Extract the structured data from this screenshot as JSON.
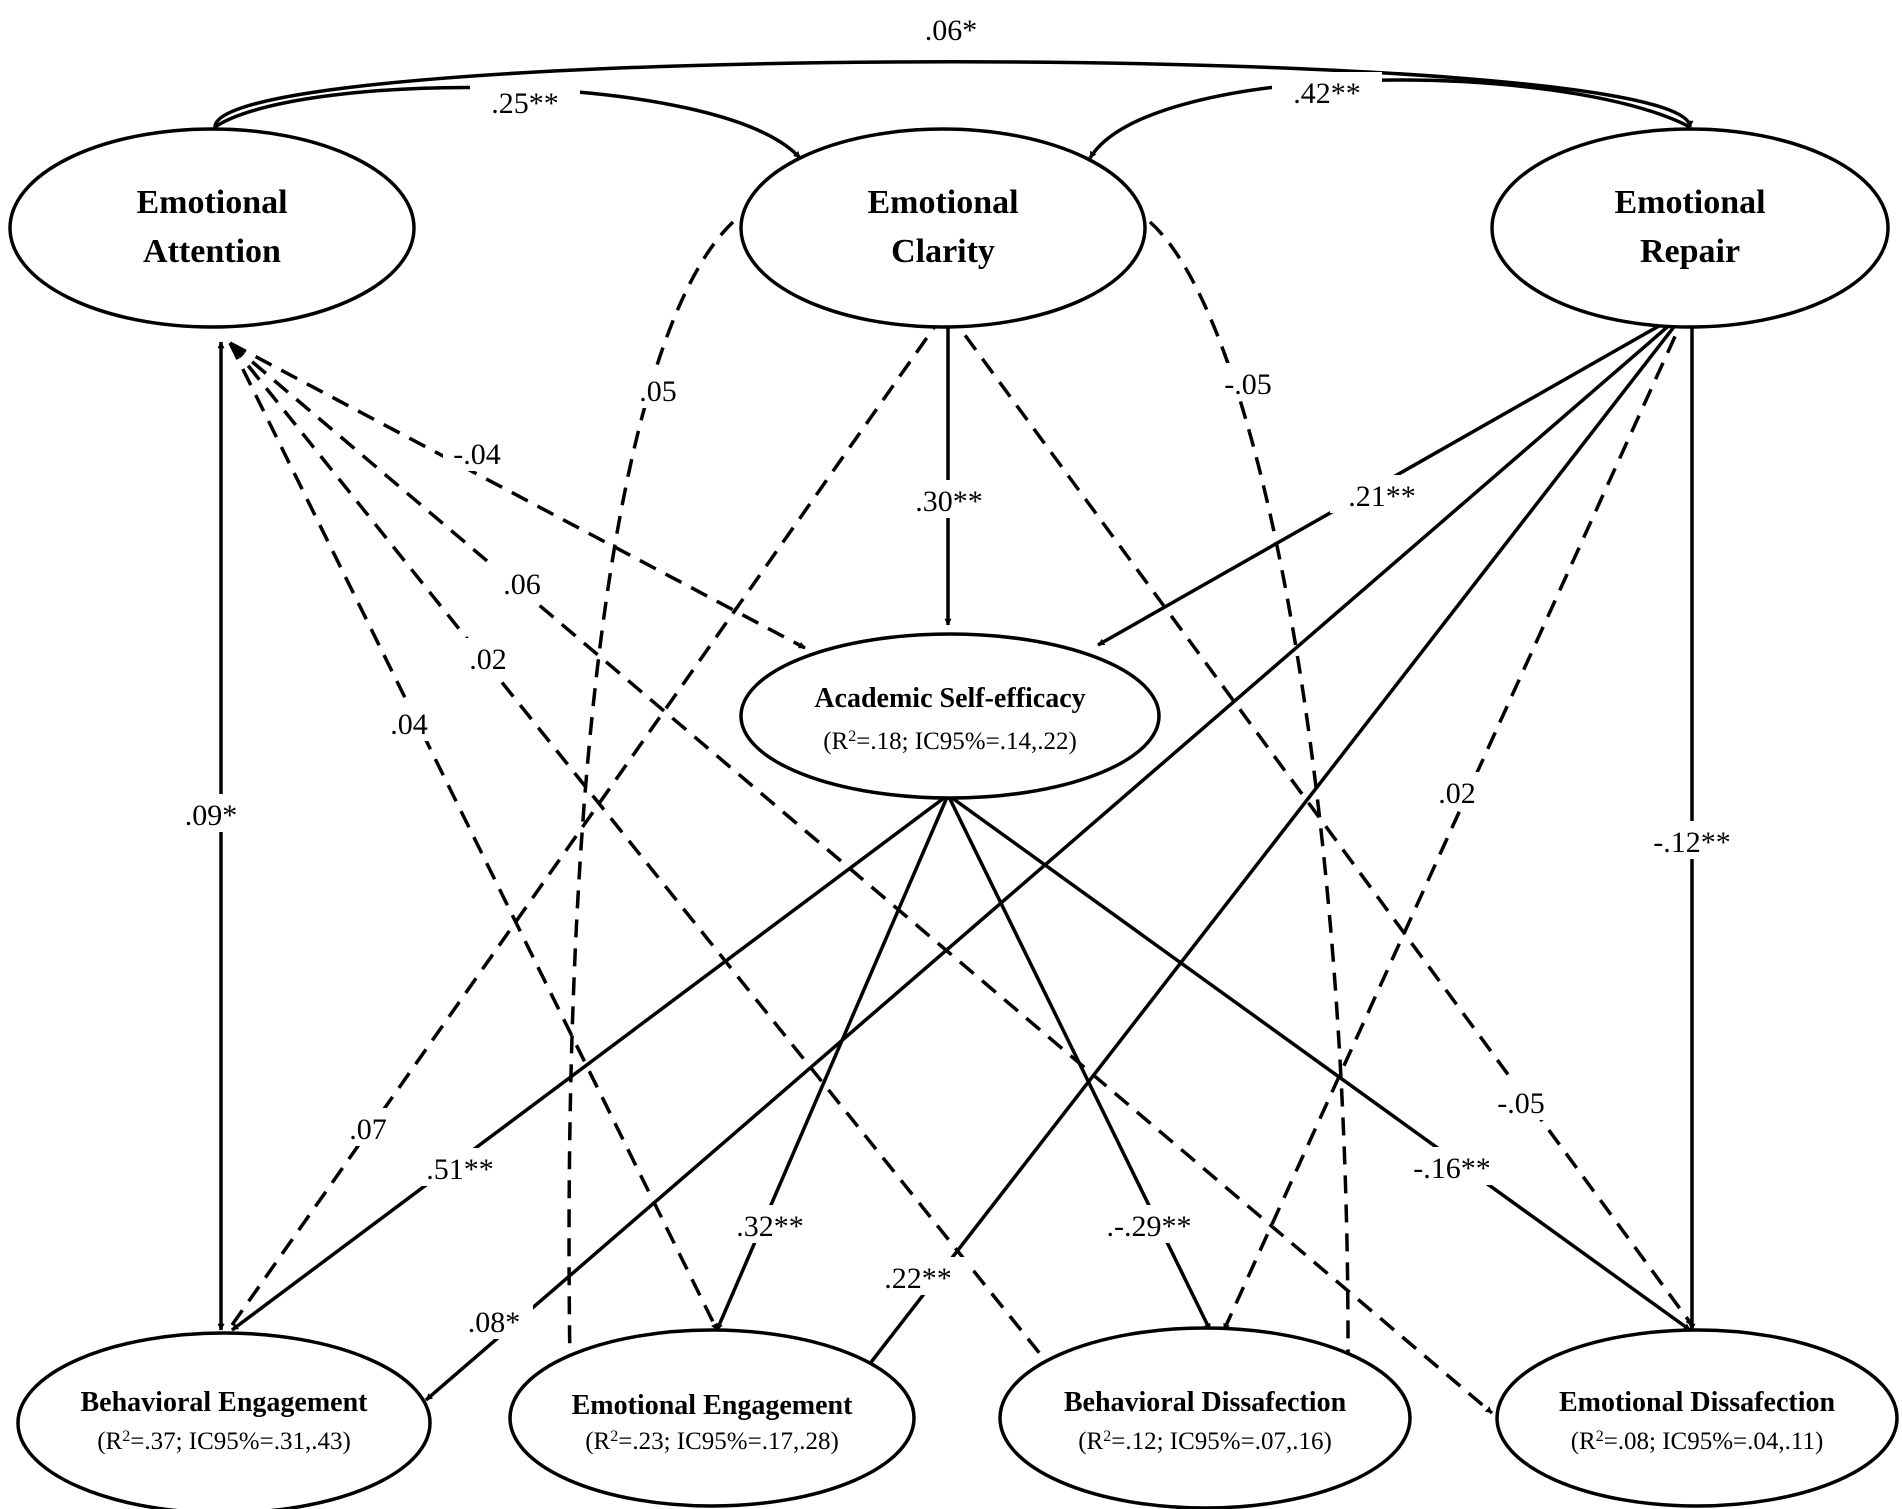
{
  "nodes": {
    "attention": {
      "line1": "Emotional",
      "line2": "Attention"
    },
    "clarity": {
      "line1": "Emotional",
      "line2": "Clarity"
    },
    "repair": {
      "line1": "Emotional",
      "line2": "Repair"
    },
    "self_efficacy": {
      "title": "Academic Self-efficacy",
      "r2": "(R2=.18; IC95%=.14,.22)"
    },
    "behavioral_engagement": {
      "title": "Behavioral Engagement",
      "r2": "(R2=.37; IC95%=.31,.43)"
    },
    "emotional_engagement": {
      "title": "Emotional Engagement",
      "r2": "(R2=.23; IC95%=.17,.28)"
    },
    "behavioral_dissafection": {
      "title": "Behavioral Dissafection",
      "r2": "(R2=.12; IC95%=.07,.16)"
    },
    "emotional_dissafection": {
      "title": "Emotional Dissafection",
      "r2": "(R2=.08; IC95%=.04,.11)"
    }
  },
  "correlations": [
    {
      "from": "attention",
      "to": "repair",
      "label": ".06*"
    },
    {
      "from": "attention",
      "to": "clarity",
      "label": ".25**"
    },
    {
      "from": "repair",
      "to": "clarity",
      "label": ".42**"
    }
  ],
  "paths": [
    {
      "from": "clarity",
      "to": "emotional_engagement",
      "label": ".05",
      "style": "dashed"
    },
    {
      "from": "clarity",
      "to": "behavioral_dissafection",
      "label": "-.05",
      "style": "dashed"
    },
    {
      "from": "attention",
      "to": "self_efficacy",
      "label": "-.04",
      "style": "dashed"
    },
    {
      "from": "clarity",
      "to": "self_efficacy",
      "label": ".30**",
      "style": "solid"
    },
    {
      "from": "repair",
      "to": "self_efficacy",
      "label": ".21**",
      "style": "solid"
    },
    {
      "from": "attention",
      "to": "emotional_dissafection",
      "label": ".06",
      "style": "dashed"
    },
    {
      "from": "attention",
      "to": "behavioral_dissafection",
      "label": ".02",
      "style": "dashed"
    },
    {
      "from": "attention",
      "to": "emotional_engagement",
      "label": ".04",
      "style": "dashed"
    },
    {
      "from": "attention",
      "to": "behavioral_engagement",
      "label": ".09*",
      "style": "solid"
    },
    {
      "from": "repair",
      "to": "behavioral_dissafection",
      "label": ".02",
      "style": "dashed"
    },
    {
      "from": "repair",
      "to": "emotional_dissafection",
      "label": "-.12**",
      "style": "solid"
    },
    {
      "from": "clarity",
      "to": "behavioral_engagement",
      "label": ".07",
      "style": "dashed"
    },
    {
      "from": "self_efficacy",
      "to": "behavioral_engagement",
      "label": ".51**",
      "style": "solid"
    },
    {
      "from": "self_efficacy",
      "to": "emotional_engagement",
      "label": ".32**",
      "style": "solid"
    },
    {
      "from": "self_efficacy",
      "to": "behavioral_dissafection",
      "label": ".-.29**",
      "style": "solid"
    },
    {
      "from": "self_efficacy",
      "to": "emotional_dissafection",
      "label": "-.16**",
      "style": "solid"
    },
    {
      "from": "clarity",
      "to": "emotional_dissafection",
      "label": "-.05",
      "style": "dashed"
    },
    {
      "from": "repair",
      "to": "behavioral_engagement",
      "label": ".08*",
      "style": "solid"
    },
    {
      "from": "repair",
      "to": "emotional_engagement",
      "label": ".22**",
      "style": "solid"
    }
  ]
}
